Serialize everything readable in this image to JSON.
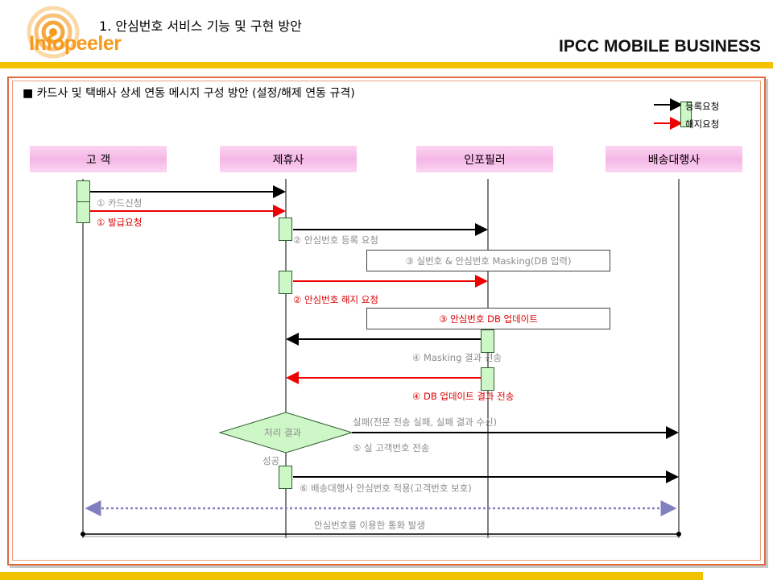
{
  "header": {
    "title": "1. 안심번호 서비스 기능 및 구현 방안",
    "logo_text": "Infopeeler",
    "brand": "IPCC MOBILE BUSINESS"
  },
  "section_title": "■  카드사 및 택배사 상세 연동 메시지 구성 방안 (설정/해제 연동 규격)",
  "legend": [
    {
      "label": "등록요청",
      "color": "#000000"
    },
    {
      "label": "해지요청",
      "color": "#ee0000"
    }
  ],
  "lanes": [
    "고  객",
    "제휴사",
    "인포필러",
    "배송대행사"
  ],
  "messages": {
    "m1_card": "① 카드신청",
    "m1_issue": "① 발급요청",
    "m2_register": "② 안심번호 등록 요청",
    "m3_masking": "③ 실번호 & 안심번호 Masking(DB 입력)",
    "m2_cancel": "② 안심번호 해지 요청",
    "m3_db_update": "③ 안심번호 DB 업데이트",
    "m4_masking_result": "④ Masking 결과 전송",
    "m4_update_result": "④ DB 업데이트 결과 전송",
    "decision": "처리 결과",
    "fail": "실패(전문 전송 실패, 실패 결과 수신)",
    "m5_real_number": "⑤ 실 고객번호 전송",
    "success": "성공",
    "m6_apply": "⑥ 배송대행사 안심번호 적용(고객번호 보호)",
    "call": "안심번호를 이용한 통화 발생"
  },
  "colors": {
    "accent": "#f2c200",
    "lane": "#f5b6e6",
    "activation": "#cdf7c6",
    "cancel": "#ee0000",
    "frame": "#e06a3a",
    "dotted": "#8080c0"
  }
}
